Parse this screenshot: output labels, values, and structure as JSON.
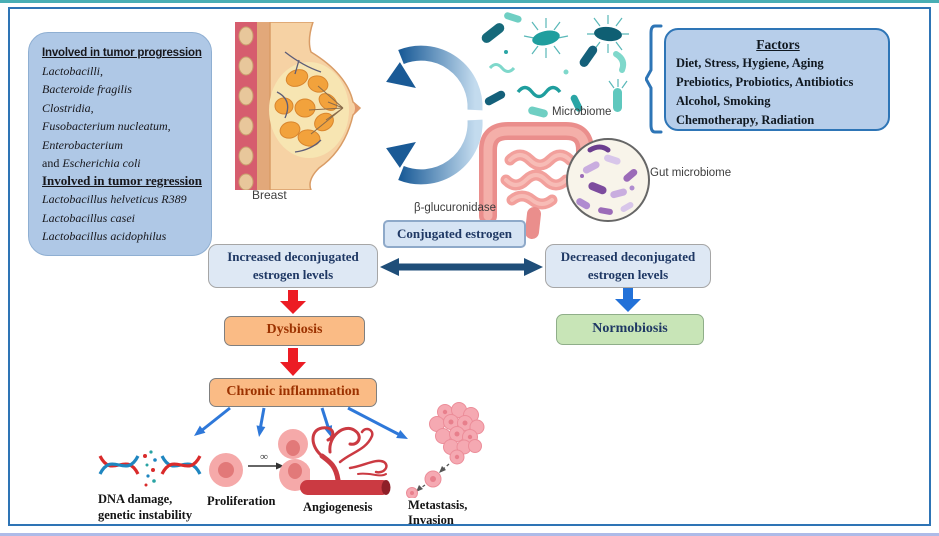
{
  "tumor_box": {
    "progression_header": "Involved in tumor progression",
    "progression_items": [
      "Lactobacilli,",
      "Bacteroide fragilis",
      "Clostridia,",
      "Fusobacterium nucleatum,",
      "Enterobacterium"
    ],
    "and_word": "and ",
    "and_species": "Escherichia coli",
    "regression_header": "Involved in tumor regression",
    "regression_items": [
      "Lactobacillus helveticus R389",
      "Lactobacillus casei",
      "Lactobacillus acidophilus"
    ]
  },
  "illustration_labels": {
    "breast": "Breast",
    "microbiome": "Microbiome",
    "gut_microbiome": "Gut microbiome"
  },
  "enzyme_label": "β-glucuronidase",
  "factors_box": {
    "title": "Factors",
    "lines": [
      "Diet, Stress, Hygiene, Aging",
      "Prebiotics, Probiotics, Antibiotics",
      "Alcohol, Smoking",
      "Chemotherapy, Radiation"
    ]
  },
  "flow_boxes": {
    "conjugated": "Conjugated estrogen",
    "increased": "Increased deconjugated estrogen levels",
    "decreased": "Decreased deconjugated estrogen levels",
    "dysbiosis": "Dysbiosis",
    "normobiosis": "Normobiosis",
    "chronic": "Chronic inflammation"
  },
  "outcomes": {
    "dna": {
      "line1": "DNA damage,",
      "line2": "genetic instability"
    },
    "proliferation": {
      "label": "Proliferation",
      "infinity": "∞"
    },
    "angiogenesis": {
      "label": "Angiogenesis"
    },
    "metastasis": {
      "line1": "Metastasis,",
      "line2": "Invasion"
    }
  },
  "colors": {
    "frame_border": "#2e74b5",
    "top_edge": "#49aeb4",
    "bottom_edge": "#aebbe8",
    "species_box_fill": "#afc8e6",
    "factors_box_fill": "#b7ceea",
    "flow_blue_fill": "#dee8f4",
    "orange_fill": "#fabb85",
    "green_fill": "#c8e5b7",
    "red_arrow": "#ec1c24",
    "blue_arrow": "#2271d8",
    "navy_arrow": "#1f4e79",
    "cycle_arrow_dark": "#1b5c98",
    "orange_text": "#9c3200",
    "navy_text": "#1f3864"
  }
}
